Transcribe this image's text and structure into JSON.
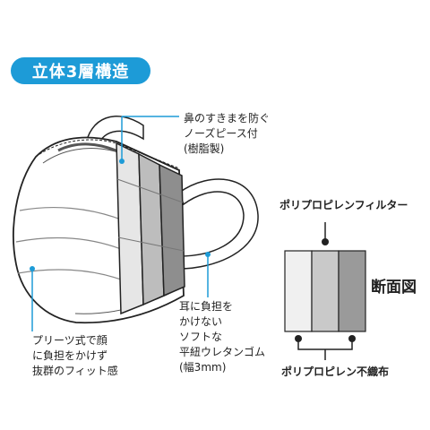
{
  "title": "立体3層構造",
  "callouts": {
    "nose_piece": [
      "鼻のすきまを防ぐ",
      "ノーズピース付",
      "(樹脂製)"
    ],
    "pleats": [
      "プリーツ式で顔",
      "に負担をかけず",
      "抜群のフィット感"
    ],
    "ear_loop": [
      "耳に負担を",
      "かけない",
      "ソフトな",
      "平紐ウレタンゴム",
      "(幅3mm)"
    ]
  },
  "cross_section": {
    "filter_label": "ポリプロピレンフィルター",
    "section_label": "断面図",
    "nonwoven_label": "ポリプロピレン不織布"
  },
  "colors": {
    "accent": "#1d9bd7",
    "layer_outer": "#f0f0f0",
    "layer_middle": "#c9c9c9",
    "layer_inner": "#9a9a9a",
    "outline": "#222222"
  }
}
